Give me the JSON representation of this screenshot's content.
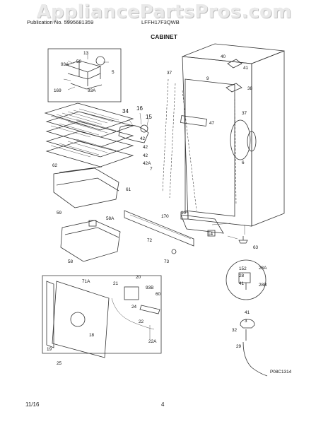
{
  "watermark": "AppliancePartsPros.com",
  "header": {
    "publication": "Publication No. 5995681359",
    "model": "LFFH17F3QWB",
    "section_title": "CABINET"
  },
  "footer": {
    "date": "11/16",
    "page": "4"
  },
  "figure_code": "P08C1314",
  "callouts": {
    "c13": "13",
    "c50": "50",
    "c93a": "93A",
    "c5": "5",
    "c169": "169",
    "c93a_b": "93A",
    "c34": "34",
    "c16": "16",
    "c15": "15",
    "c42a": "42",
    "c42b": "42",
    "c42c": "42",
    "c42d": "42A",
    "c62": "62",
    "c61": "61",
    "c59": "59",
    "c58a": "58A",
    "c58": "58",
    "c40": "40",
    "c41": "41",
    "c37a": "37",
    "c9": "9",
    "c38": "38",
    "c37b": "37",
    "c47": "47",
    "c7": "7",
    "c6": "6",
    "c170": "170",
    "c10": "10",
    "c14": "14",
    "c72": "72",
    "c73": "73",
    "c63": "63",
    "c152": "152",
    "c28a": "28A",
    "c28": "28",
    "c41b": "41",
    "c28b": "28B",
    "c71a": "71A",
    "c21": "21",
    "c20": "20",
    "c93b": "93B",
    "c60": "60",
    "c24": "24",
    "c22": "22",
    "c18": "18",
    "c22a": "22A",
    "c19": "19",
    "c25": "25",
    "c41c": "41",
    "c3": "3",
    "c32": "32",
    "c29": "29"
  }
}
